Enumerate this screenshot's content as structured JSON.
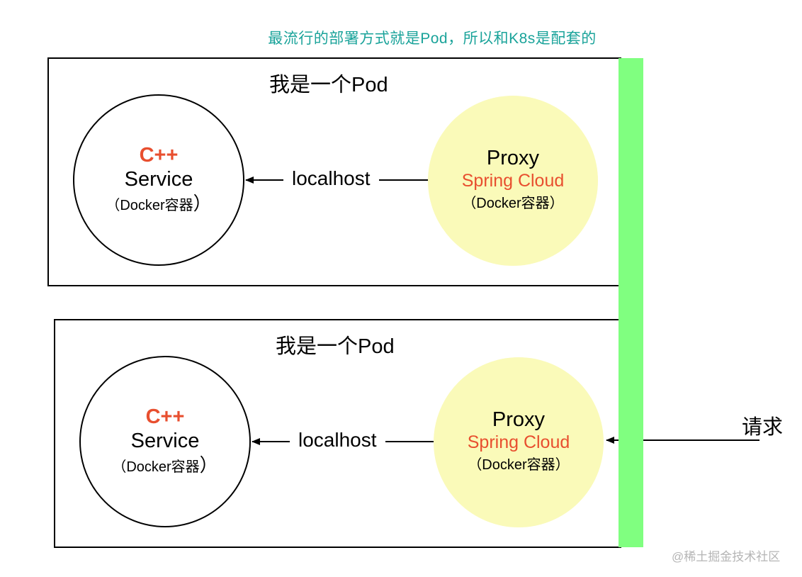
{
  "caption": "最流行的部署方式就是Pod，所以和K8s是配套的",
  "pods": [
    {
      "title": "我是一个Pod",
      "service": {
        "lang": "C++",
        "name": "Service",
        "container_open": "（",
        "container": "Docker容器",
        "container_close": "）"
      },
      "link": "localhost",
      "proxy": {
        "name": "Proxy",
        "framework": "Spring Cloud",
        "container": "（Docker容器）"
      }
    },
    {
      "title": "我是一个Pod",
      "service": {
        "lang": "C++",
        "name": "Service",
        "container_open": "（",
        "container": "Docker容器",
        "container_close": "）"
      },
      "link": "localhost",
      "proxy": {
        "name": "Proxy",
        "framework": "Spring Cloud",
        "container": "（Docker容器）"
      }
    }
  ],
  "request_label": "请求",
  "watermark": "@稀土掘金技术社区",
  "colors": {
    "caption": "#1aa39a",
    "accent_text": "#e84f2f",
    "proxy_fill": "#fafab9",
    "gateway_bar": "#80ff80"
  }
}
